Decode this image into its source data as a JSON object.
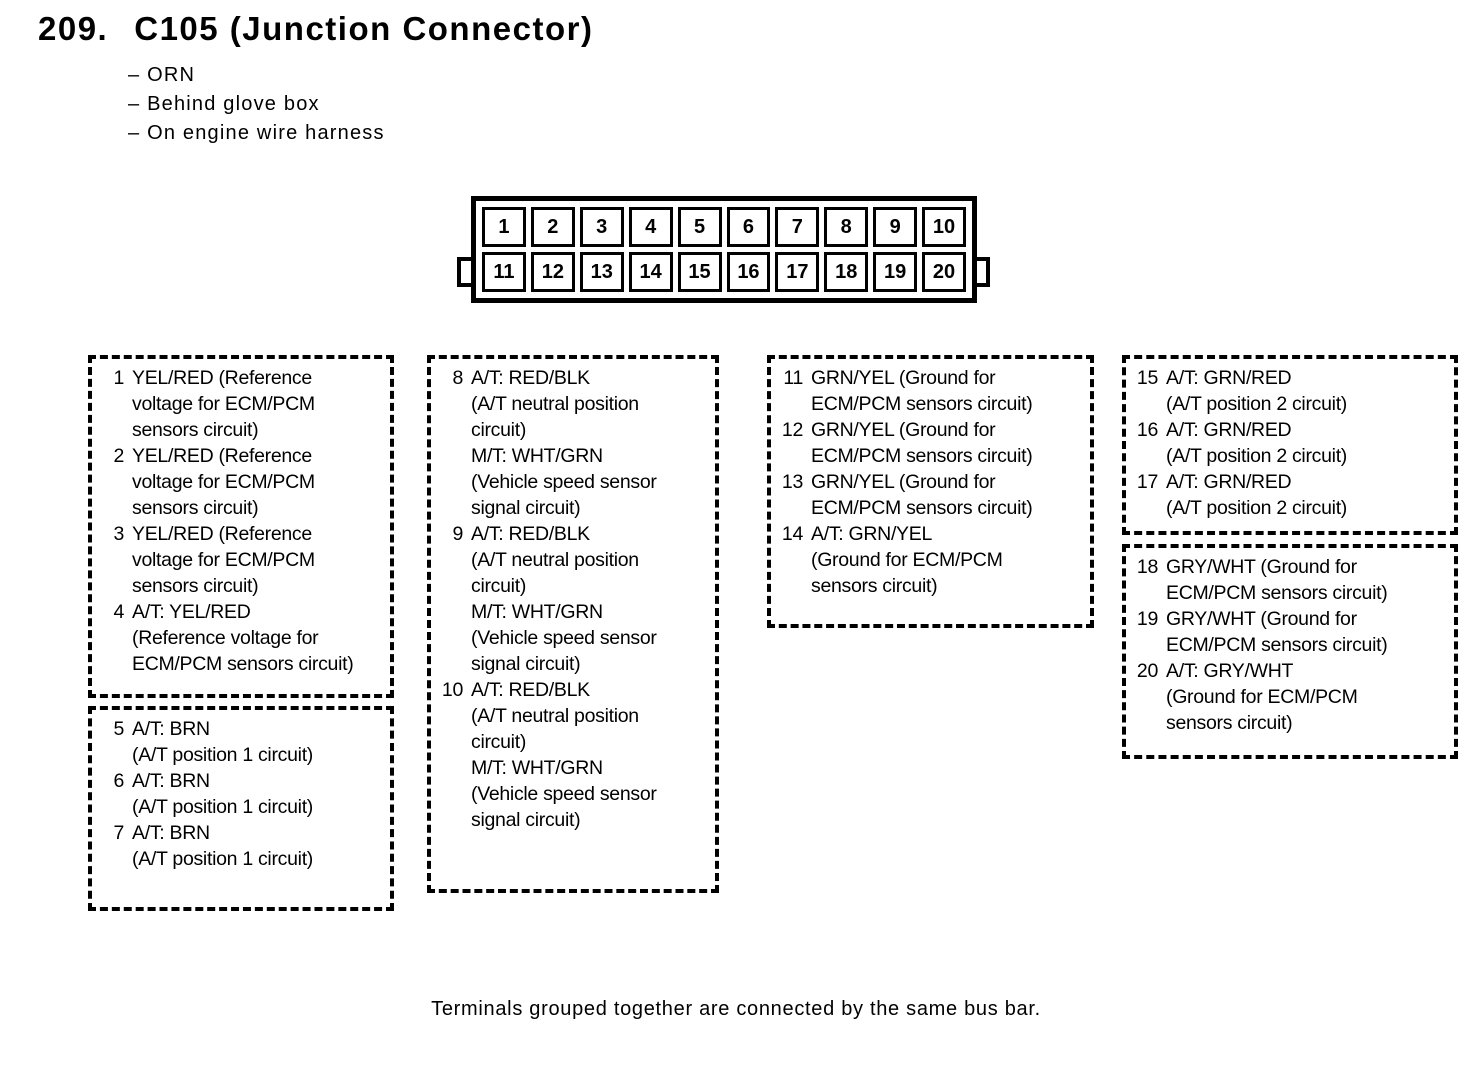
{
  "header": {
    "number": "209.",
    "title": "C105 (Junction Connector)",
    "notes": [
      "– ORN",
      "– Behind glove box",
      "– On engine wire harness"
    ]
  },
  "connector": {
    "rows": [
      [
        "1",
        "2",
        "3",
        "4",
        "5",
        "6",
        "7",
        "8",
        "9",
        "10"
      ],
      [
        "11",
        "12",
        "13",
        "14",
        "15",
        "16",
        "17",
        "18",
        "19",
        "20"
      ]
    ]
  },
  "pin_groups": [
    {
      "label": "pins 1-4",
      "pins": [
        {
          "num": "1",
          "desc": "YEL/RED (Reference\nvoltage for ECM/PCM\nsensors circuit)"
        },
        {
          "num": "2",
          "desc": "YEL/RED (Reference\nvoltage for ECM/PCM\nsensors circuit)"
        },
        {
          "num": "3",
          "desc": "YEL/RED (Reference\nvoltage for ECM/PCM\nsensors circuit)"
        },
        {
          "num": "4",
          "desc": "A/T: YEL/RED\n(Reference voltage for\nECM/PCM sensors circuit)"
        }
      ]
    },
    {
      "label": "pins 5-7",
      "pins": [
        {
          "num": "5",
          "desc": "A/T: BRN\n(A/T position 1 circuit)"
        },
        {
          "num": "6",
          "desc": "A/T: BRN\n(A/T position 1 circuit)"
        },
        {
          "num": "7",
          "desc": "A/T: BRN\n(A/T position 1 circuit)"
        }
      ]
    },
    {
      "label": "pins 8-10",
      "pins": [
        {
          "num": "8",
          "desc": "A/T: RED/BLK\n(A/T neutral position\ncircuit)\nM/T: WHT/GRN\n(Vehicle speed sensor\nsignal circuit)"
        },
        {
          "num": "9",
          "desc": "A/T: RED/BLK\n(A/T neutral position\ncircuit)\nM/T: WHT/GRN\n(Vehicle speed sensor\nsignal circuit)"
        },
        {
          "num": "10",
          "desc": "A/T: RED/BLK\n(A/T neutral position\ncircuit)\nM/T: WHT/GRN\n(Vehicle speed sensor\nsignal circuit)"
        }
      ]
    },
    {
      "label": "pins 11-14",
      "pins": [
        {
          "num": "11",
          "desc": "GRN/YEL (Ground for\nECM/PCM sensors circuit)"
        },
        {
          "num": "12",
          "desc": "GRN/YEL (Ground for\nECM/PCM sensors circuit)"
        },
        {
          "num": "13",
          "desc": "GRN/YEL (Ground for\nECM/PCM sensors circuit)"
        },
        {
          "num": "14",
          "desc": "A/T: GRN/YEL\n(Ground for ECM/PCM\nsensors circuit)"
        }
      ]
    },
    {
      "label": "pins 15-17",
      "pins": [
        {
          "num": "15",
          "desc": "A/T: GRN/RED\n(A/T position 2 circuit)"
        },
        {
          "num": "16",
          "desc": "A/T: GRN/RED\n(A/T position 2 circuit)"
        },
        {
          "num": "17",
          "desc": "A/T: GRN/RED\n(A/T position 2 circuit)"
        }
      ]
    },
    {
      "label": "pins 18-20",
      "pins": [
        {
          "num": "18",
          "desc": "GRY/WHT (Ground for\nECM/PCM sensors circuit)"
        },
        {
          "num": "19",
          "desc": "GRY/WHT (Ground for\nECM/PCM sensors circuit)"
        },
        {
          "num": "20",
          "desc": "A/T: GRY/WHT\n(Ground for ECM/PCM\nsensors circuit)"
        }
      ]
    }
  ],
  "footer": {
    "note": "Terminals grouped together are connected by the same bus bar."
  },
  "colors": {
    "ink": "#000000",
    "paper": "#ffffff"
  }
}
